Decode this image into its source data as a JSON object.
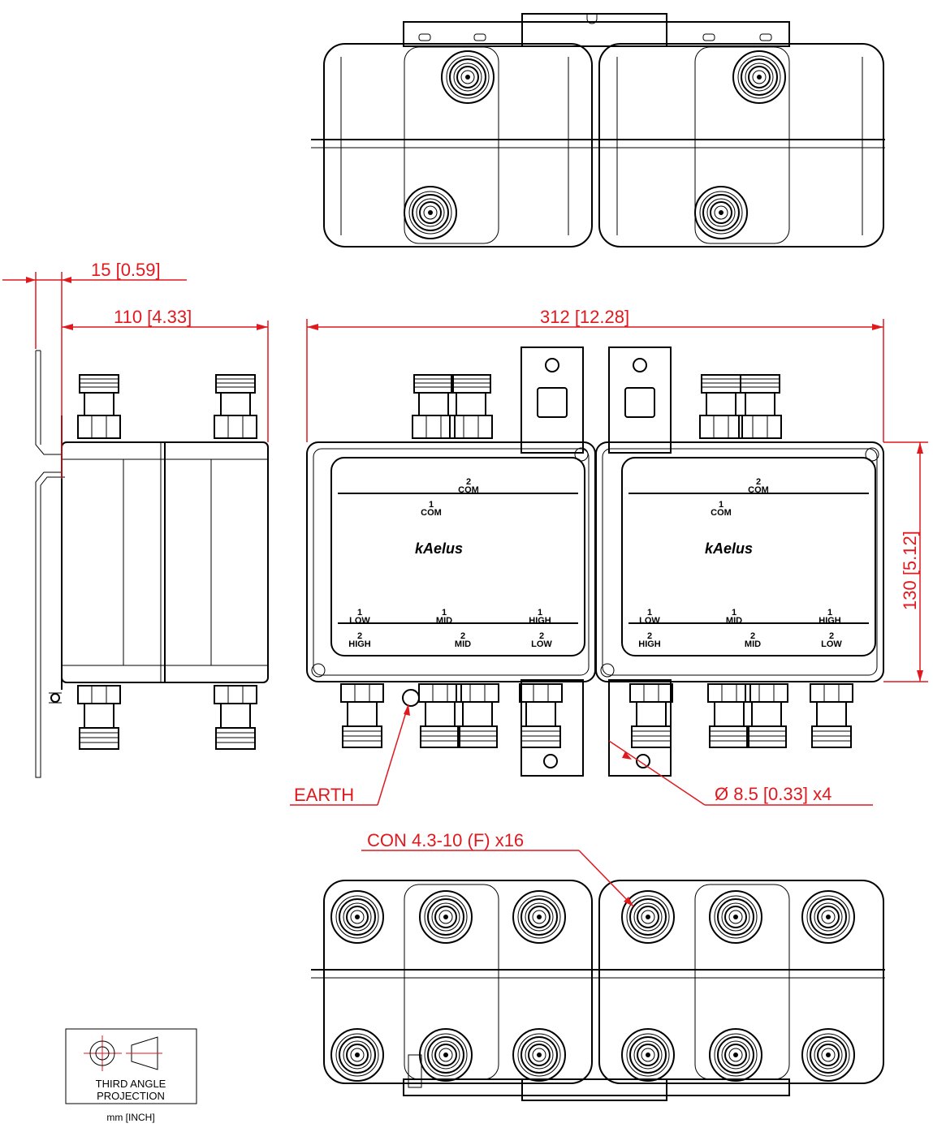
{
  "colors": {
    "line": "#000000",
    "dimension": "#e0191f",
    "background": "#ffffff"
  },
  "dimensions": {
    "mount_offset": "15 [0.59]",
    "depth": "110 [4.33]",
    "width": "312 [12.28]",
    "height": "130 [5.12]",
    "hole": "Ø  8.5 [0.33]  x4"
  },
  "callouts": {
    "earth": "EARTH",
    "connectors": "CON 4.3-10 (F) x16"
  },
  "label_panel": {
    "brand": "kAelus",
    "top_port": "2\nCOM",
    "common_port": "1\nCOM",
    "row1": [
      "1\nLOW",
      "1\nMID",
      "1\nHIGH"
    ],
    "row2": [
      "2\nHIGH",
      "2\nMID",
      "2\nLOW"
    ]
  },
  "projection": {
    "line1": "THIRD ANGLE",
    "line2": "PROJECTION",
    "units": "mm [INCH]"
  }
}
